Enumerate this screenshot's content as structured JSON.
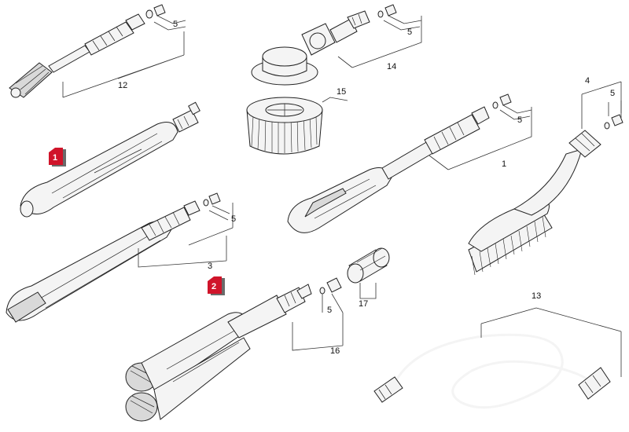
{
  "callouts": {
    "c1": "1",
    "c3": "3",
    "c4": "4",
    "c5a": "5",
    "c5b": "5",
    "c5c": "5",
    "c5d": "5",
    "c5e": "5",
    "c5f": "5",
    "c12": "12",
    "c13": "13",
    "c14": "14",
    "c15": "15",
    "c16": "16",
    "c17": "17"
  },
  "badges": {
    "b1": "1",
    "b2": "2"
  },
  "colors": {
    "badge": "#d0142a",
    "line": "#333333",
    "part_fill": "#f4f4f4"
  }
}
